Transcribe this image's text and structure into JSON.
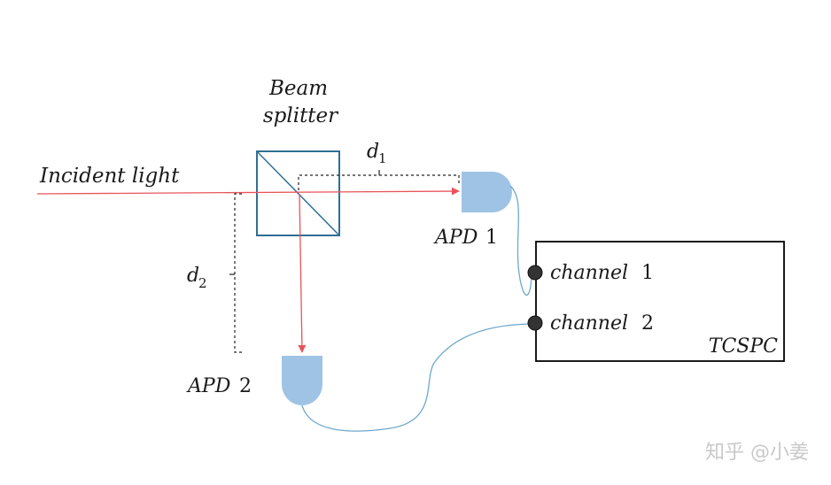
{
  "labels": {
    "beam_line1": "Beam",
    "beam_line2": "splitter",
    "incident": "Incident light",
    "d1_var": "d",
    "d1_sub": "1",
    "d2_var": "d",
    "d2_sub": "2",
    "apd1_name": "APD",
    "apd1_num": "1",
    "apd2_name": "APD",
    "apd2_num": "2",
    "ch1_name": "channel",
    "ch1_num": "1",
    "ch2_name": "channel",
    "ch2_num": "2",
    "tcspc": "TCSPC"
  },
  "watermark": "知乎 @小姜",
  "colors": {
    "beam": "#e8545a",
    "splitter": "#2f6f95",
    "detector": "#9fc3e5",
    "cable": "#6ea8cc",
    "connector": "#333333",
    "box": "#000000"
  }
}
